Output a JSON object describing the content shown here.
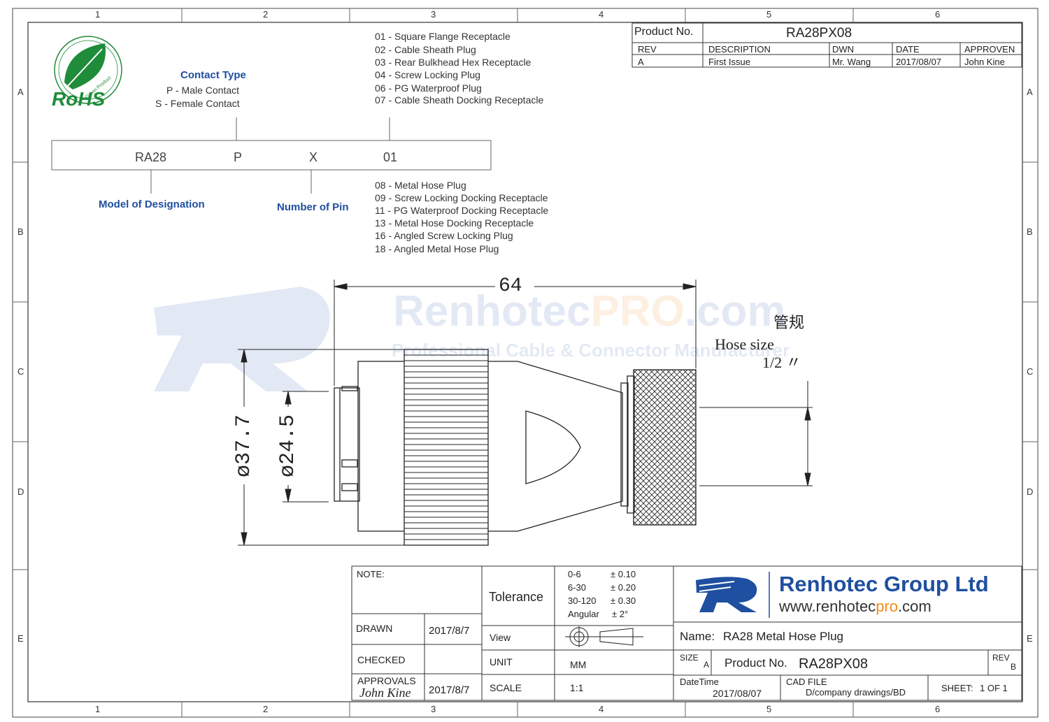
{
  "frame": {
    "col_labels": [
      "1",
      "2",
      "3",
      "4",
      "5",
      "6"
    ],
    "row_labels": [
      "A",
      "B",
      "C",
      "D",
      "E"
    ]
  },
  "rohs": {
    "logo_text": "RoHS",
    "ring_text": "Green Product"
  },
  "designation": {
    "contact_type_title": "Contact Type",
    "contact_options": [
      "P - Male Contact",
      "S - Female Contact"
    ],
    "code_parts": [
      "RA28",
      "P",
      "X",
      "01"
    ],
    "model_label": "Model of Designation",
    "pin_label": "Number of Pin",
    "styles_top": [
      "01 - Square Flange Receptacle",
      "02 - Cable Sheath Plug",
      "03 - Rear Bulkhead Hex Receptacle",
      "04 - Screw Locking Plug",
      "06 - PG Waterproof Plug",
      "07 - Cable Sheath Docking Receptacle"
    ],
    "styles_bottom": [
      "08 - Metal Hose Plug",
      "09 - Screw Locking Docking Receptacle",
      "11 - PG Waterproof Docking Receptacle",
      "13 - Metal Hose Docking Receptacle",
      "16 - Angled Screw Locking Plug",
      "18 - Angled Metal Hose Plug"
    ]
  },
  "revision_table": {
    "product_no_label": "Product No.",
    "product_no": "RA28PX08",
    "headers": [
      "REV",
      "DESCRIPTION",
      "DWN",
      "DATE",
      "APPROVEN"
    ],
    "row": [
      "A",
      "First Issue",
      "Mr. Wang",
      "2017/08/07",
      "John Kine"
    ]
  },
  "watermark": {
    "title_blue": "Renhotec",
    "title_orange": "PRO",
    "title_end": ".com",
    "subtitle": "Professional Cable & Connector Manufacturer"
  },
  "dimensions": {
    "length": "64",
    "dia_outer": "ø37.7",
    "dia_inner": "ø24.5",
    "hose_cn": "管规",
    "hose_label": "Hose size",
    "hose_value": "1/2 〃"
  },
  "title_block": {
    "note_label": "NOTE:",
    "drawn_label": "DRAWN",
    "drawn_date": "2017/8/7",
    "checked_label": "CHECKED",
    "approvals_label": "APPROVALS",
    "approvals_signature": "John Kine",
    "approvals_date": "2017/8/7",
    "tolerance_label": "Tolerance",
    "tolerances": [
      [
        "0-6",
        "± 0.10"
      ],
      [
        "6-30",
        "± 0.20"
      ],
      [
        "30-120",
        "± 0.30"
      ],
      [
        "Angular",
        "± 2°"
      ]
    ],
    "view_label": "View",
    "unit_label": "UNIT",
    "unit_value": "MM",
    "scale_label": "SCALE",
    "scale_value": "1:1",
    "company_name": "Renhotec Group Ltd",
    "company_url_pre": "www.renhotec",
    "company_url_accent": "pro",
    "company_url_post": ".com",
    "name_label": "Name:",
    "name_value": "RA28  Metal Hose Plug",
    "size_label": "SIZE",
    "size_value": "A",
    "product_no_label": "Product No.",
    "product_no": "RA28PX08",
    "rev_label": "REV",
    "rev_value": "B",
    "datetime_label": "DateTime",
    "datetime_value": "2017/08/07",
    "cad_label": "CAD FILE",
    "cad_value": "D/company drawings/BD",
    "sheet_label": "SHEET:",
    "sheet_value": "1 OF  1"
  },
  "colors": {
    "accent_blue": "#1f4fa0",
    "accent_orange": "#f28c1c",
    "rohs_green": "#1f8c3a"
  }
}
